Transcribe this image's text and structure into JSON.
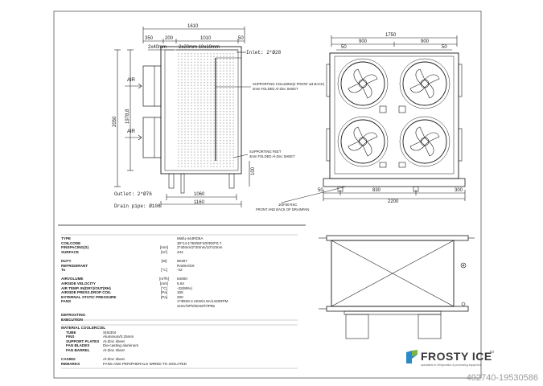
{
  "side_view": {
    "dims": {
      "overall_width": "1610",
      "seg_350": "350",
      "seg_200": "200",
      "seg_1010": "1010",
      "seg_50": "50",
      "header_left": "2x40mm",
      "header_mid": "2x20mm 10x10mm",
      "inlet": "Inlet: 2*Ø28",
      "height_2050": "2050",
      "height_1978": "1978,8",
      "feet_100": "100",
      "bottom_1060": "1060",
      "bottom_1160": "1160",
      "outlet": "Outlet: 2*Ø76",
      "drain": "Drain pipe: Ø108"
    },
    "labels": {
      "air_top": "AIR",
      "air_bottom": "AIR",
      "columns_note_1": "SUPPORTING COLUMNS(2 FRONT &3 BACK)",
      "columns_note_2": "3mm FOLDED Al-Zinc SHEET",
      "feet_note_1": "SUPPORTING FEET",
      "feet_note_2": "3mm FOLDED Al-Zinc SHEET"
    }
  },
  "front_view": {
    "dims": {
      "overall_width": "1750",
      "left_900": "900",
      "right_900": "900",
      "left_50": "50",
      "right_50": "50",
      "bottom_50": "50",
      "bottom_830": "830",
      "bottom_300": "300",
      "bottom_2200": "2200",
      "drainpan_note_1": "100*50 RSC",
      "drainpan_note_2": "FRONT AND BACK OF DRAINPAN"
    },
    "fan_count": 4
  },
  "spec_table": {
    "rows": [
      {
        "key": "TYPE",
        "unit": "",
        "value": "Misfu-444RD5A"
      },
      {
        "key": "COILCODE",
        "unit": "",
        "value": "30*14-1750/60*40/Φ20*0.7"
      },
      {
        "key": "FINSPACING(S)",
        "unit": "[mm]",
        "value": "2*40mm/2*20mm/10*10mm"
      },
      {
        "key": "SURFACE",
        "unit": "[m²]",
        "value": "444"
      },
      {
        "key": "",
        "unit": "",
        "value": ""
      },
      {
        "key": "DUTY",
        "unit": "[W]",
        "value": "90487"
      },
      {
        "key": "REFRIGERANT",
        "unit": "",
        "value": "R449A/DX"
      },
      {
        "key": "To",
        "unit": "[°C]",
        "value": "-42"
      },
      {
        "key": "",
        "unit": "",
        "value": ""
      },
      {
        "key": "AIRVOLUME",
        "unit": "[m³/h]",
        "value": "64000"
      },
      {
        "key": "AIRSIDE VELOCITY",
        "unit": "[m/s]",
        "value": "5.64"
      },
      {
        "key": "AIR TEMP. IN(DRY)/OUT(RH)",
        "unit": "[°C]",
        "value": "-32(95%)"
      },
      {
        "key": "AIRSIDE PRESS.DROP COIL",
        "unit": "[Pa]",
        "value": "165"
      },
      {
        "key": "EXTERNAL STATIC PRESSURE",
        "unit": "[Pa]",
        "value": "200"
      },
      {
        "key": "FANS",
        "unit": "",
        "value": "1*Φ630-2.2KW/4.9A/1420RPM"
      },
      {
        "key": "",
        "unit": "",
        "value": "415V/3Ph/50Hz/F/IP55"
      },
      {
        "key": "",
        "unit": "",
        "value": ""
      },
      {
        "key": "DEFROSTING",
        "unit": "",
        "value": ""
      },
      {
        "key": "EXECUTION",
        "unit": "",
        "value": ""
      }
    ]
  },
  "materials": {
    "title": "MATERIAL COOLERCOIL",
    "rows": [
      {
        "key": "TUBE",
        "value": "StSt304",
        "indent": true
      },
      {
        "key": "FINS",
        "value": "Aluminum/0.25mm",
        "indent": true
      },
      {
        "key": "SUPPORT PLATES",
        "value": "Al-Zinc sheet",
        "indent": true
      },
      {
        "key": "FAN BLADES",
        "value": "Die-casting aluminum",
        "indent": true
      },
      {
        "key": "FAN BARREL",
        "value": "Al-Zinc sheet",
        "indent": true
      },
      {
        "key": "",
        "value": "",
        "indent": false
      },
      {
        "key": "CASING",
        "value": "Al-Zinc sheet",
        "indent": false
      },
      {
        "key": "REMARKS",
        "value": "FANS AND PERIPHERALS WIRED TO ISOLATED",
        "indent": false
      }
    ]
  },
  "logo": {
    "word1": "FROSTY ",
    "word2": "ICE",
    "ltd": "ltd",
    "tagline": "specialists in refrigeration & processing equipment"
  },
  "watermark": "492740-19530586",
  "colors": {
    "line": "#1a1a1a",
    "logo_blue": "#2a8ac8",
    "logo_green": "#7ab541"
  }
}
